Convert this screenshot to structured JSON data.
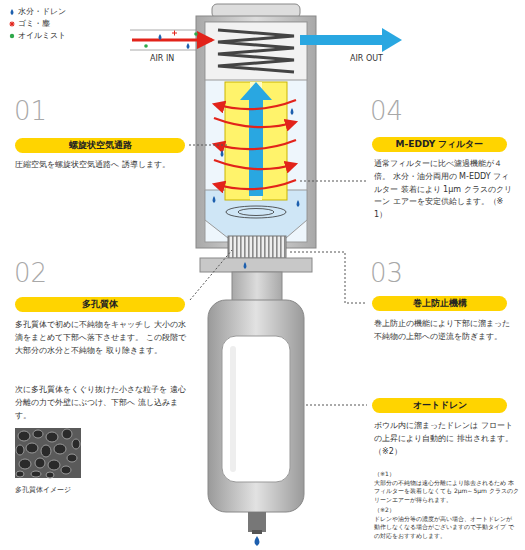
{
  "diagram": {
    "nodes": [
      {
        "text": [
          "螺旋状空気通路"
        ]
      },
      {
        "text": [
          "M-EDDY フィルター"
        ]
      },
      {
        "text": [
          "多孔質体"
        ]
      },
      {
        "text": [
          "巻上防止機構"
        ]
      },
      {
        "text": [
          "オートドレン"
        ]
      }
    ],
    "labels": [
      "AIR IN",
      "AIR OUT",
      "01",
      "圧縮空気を螺旋状空気通路へ 誘導します。",
      "04",
      "通常フィルターに比べ濾過機能が４倍。 水分・油分両用の M-EDDY フィルター 装着により 1μm クラスのクリーン エアーを安定供給します。（※1）",
      "02",
      "多孔質体で初めに不純物をキャッチし 大小の水滴をまとめて下部へ落下させます。 この段階で大部分の水分と不純物を 取り除きます。",
      "次に多孔質体をくぐり抜けた小さな粒子を 遠心分離の力で外壁にぶつけ、下部へ 流し込みます。",
      "多孔質体イメージ",
      "03",
      "巻上防止の機能により下部に溜まった 不純物の上部への逆流を防ぎます。",
      "ボウル内に溜まったドレンは フロートの上昇により自動的に 排出されます。（※2）",
      "（※1）",
      "大部分の不純物は遠心分離により除去されるため 本フィルターを装着しなくても 2μm～5μm クラスのクリーンエアーが得られます。",
      "（※2）",
      "ドレンや油分等の濃度が高い場合、オートドレンが 動作しなくなる場合がございますので手動タイプ での対応をおすすめします。"
    ],
    "legend": [
      {
        "text": "水分・ドレン"
      },
      {
        "text": "ゴミ・塵"
      },
      {
        "text": "オイルミスト"
      }
    ]
  }
}
